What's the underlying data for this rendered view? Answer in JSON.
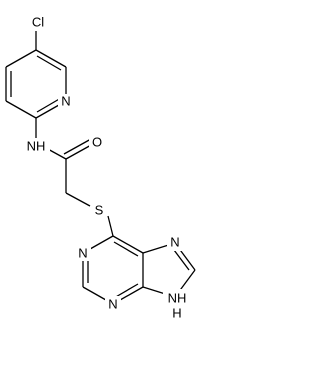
{
  "atom_labels": {
    "cl": "Cl",
    "pyridine_n": "N",
    "amide_nh": "NH",
    "carbonyl_o": "O",
    "thioether_s": "S",
    "pyrimidine_n1": "N",
    "pyrimidine_n3": "N",
    "imidazole_n7": "N",
    "imidazole_nh": "NH",
    "imidazole_h": "H"
  },
  "colors": {
    "bond": "#000000",
    "label": "#000000",
    "background": "#ffffff"
  }
}
